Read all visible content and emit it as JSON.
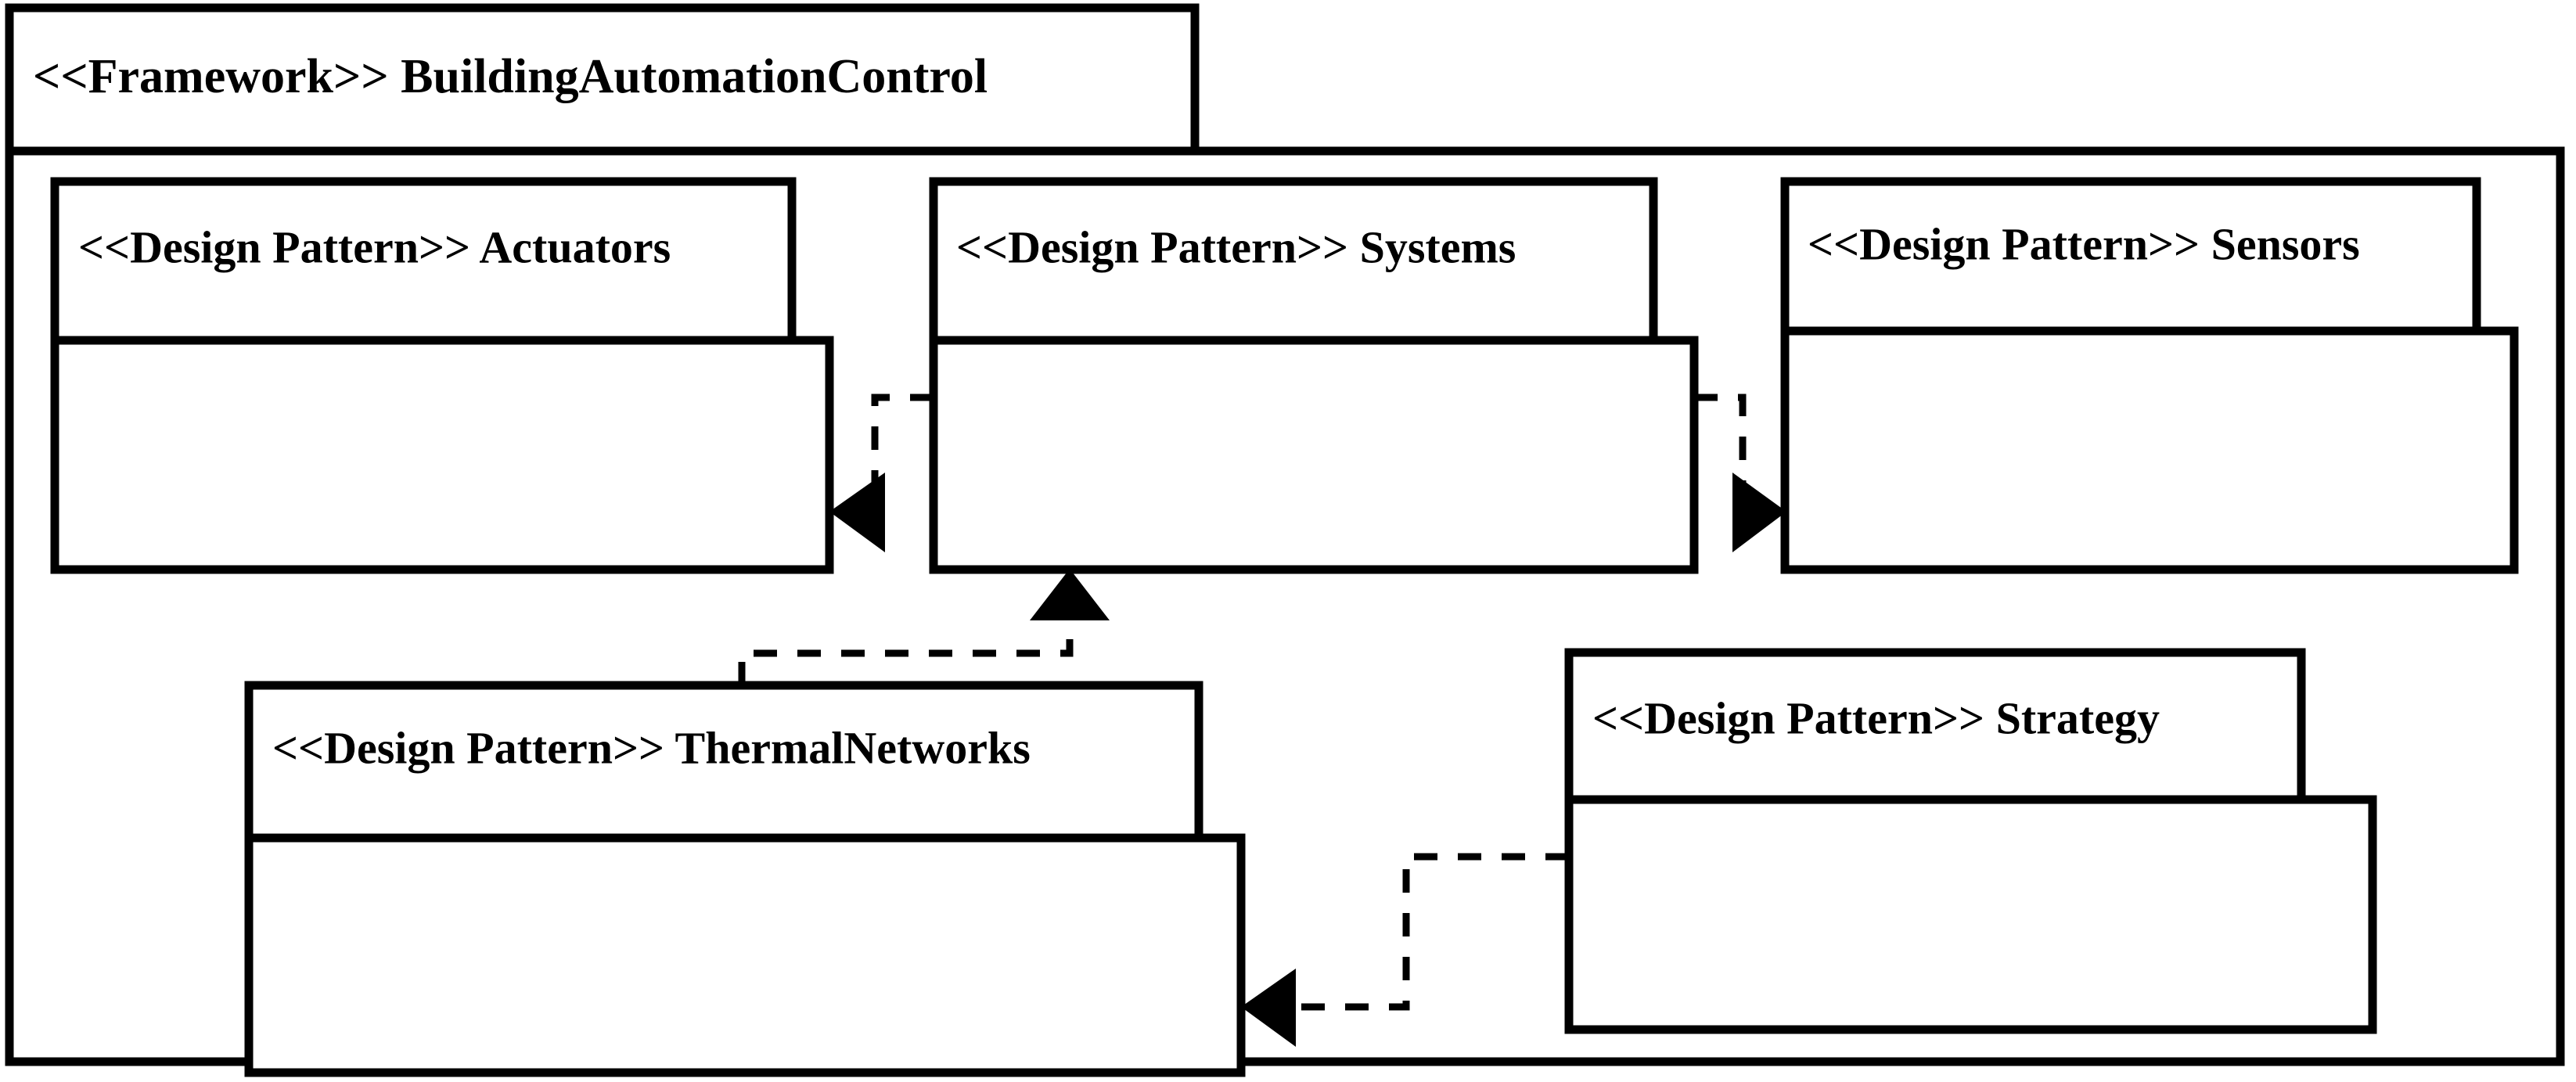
{
  "diagram": {
    "kind": "uml-package-diagram",
    "background_color": "#ffffff",
    "line_color": "#000000",
    "package": {
      "stereotype": "<<Framework>>",
      "name": "BuildingAutomationControl",
      "tab_label": "<<Framework>> BuildingAutomationControl"
    },
    "nodes": [
      {
        "id": "actuators",
        "stereotype": "<<Design Pattern>>",
        "name": "Actuators",
        "label": "<<Design Pattern>> Actuators"
      },
      {
        "id": "systems",
        "stereotype": "<<Design Pattern>>",
        "name": "Systems",
        "label": "<<Design Pattern>> Systems"
      },
      {
        "id": "sensors",
        "stereotype": "<<Design Pattern>>",
        "name": "Sensors",
        "label": "<<Design Pattern>> Sensors"
      },
      {
        "id": "thermalnetworks",
        "stereotype": "<<Design Pattern>>",
        "name": "ThermalNetworks",
        "label": "<<Design Pattern>> ThermalNetworks"
      },
      {
        "id": "strategy",
        "stereotype": "<<Design Pattern>>",
        "name": "Strategy",
        "label": "<<Design Pattern>> Strategy"
      }
    ],
    "dependencies": [
      {
        "id": "dep-systems-actuators",
        "from": "systems",
        "to": "actuators",
        "style": "dashed",
        "arrow": "open-filled-triangle",
        "direction": "left"
      },
      {
        "id": "dep-systems-sensors",
        "from": "systems",
        "to": "sensors",
        "style": "dashed",
        "arrow": "open-filled-triangle",
        "direction": "right"
      },
      {
        "id": "dep-thermalnetworks-systems",
        "from": "thermalnetworks",
        "to": "systems",
        "style": "dashed",
        "arrow": "open-filled-triangle",
        "direction": "up"
      },
      {
        "id": "dep-strategy-thermalnetworks",
        "from": "strategy",
        "to": "thermalnetworks",
        "style": "dashed",
        "arrow": "open-filled-triangle",
        "direction": "left"
      }
    ]
  }
}
